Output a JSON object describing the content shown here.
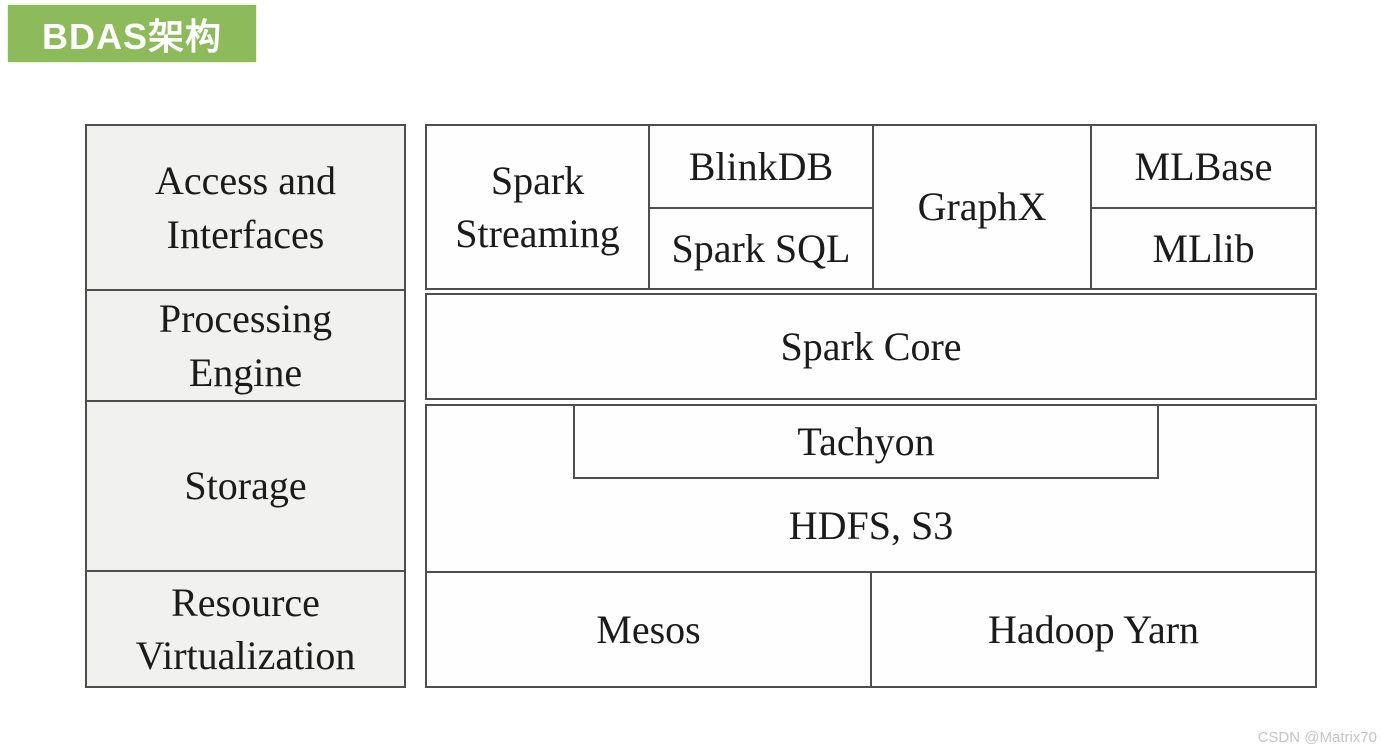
{
  "title_badge": {
    "text": "BDAS架构"
  },
  "layers": [
    {
      "label": "Access and\nInterfaces"
    },
    {
      "label": "Processing\nEngine"
    },
    {
      "label": "Storage"
    },
    {
      "label": "Resource\nVirtualization"
    }
  ],
  "components": {
    "spark_streaming": "Spark\nStreaming",
    "blinkdb": "BlinkDB",
    "spark_sql": "Spark SQL",
    "graphx": "GraphX",
    "mlbase": "MLBase",
    "mllib": "MLlib",
    "spark_core": "Spark Core",
    "tachyon": "Tachyon",
    "hdfs_s3": "HDFS, S3",
    "mesos": "Mesos",
    "hadoop_yarn": "Hadoop Yarn"
  },
  "colors": {
    "badge_green": "#8dba5b",
    "badge_text": "#ffffff",
    "layer_fill": "#f1f1f0",
    "component_fill": "#fefefe",
    "border": "#4e4e4e",
    "text": "#1b1b1b",
    "watermark_gray": "#c5c5c5"
  },
  "watermark": {
    "text": "CSDN @Matrix70"
  }
}
